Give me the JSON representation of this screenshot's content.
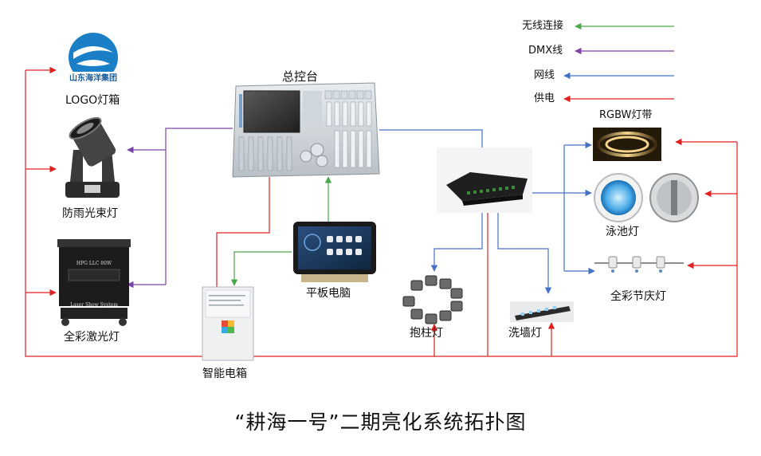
{
  "title": "“耕海一号”二期亮化系统拓扑图",
  "legend": [
    {
      "label": "无线连接",
      "color": "#4aa84a"
    },
    {
      "label": "DMX线",
      "color": "#7a44a8"
    },
    {
      "label": "网线",
      "color": "#4472c4"
    },
    {
      "label": "供电",
      "color": "#e02020"
    }
  ],
  "logo": {
    "text": "山东海洋集团"
  },
  "nodes": {
    "console": "总控台",
    "logo_box": "LOGO灯箱",
    "beam_light": "防雨光束灯",
    "laser_light": "全彩激光灯",
    "smart_box": "智能电箱",
    "tablet": "平板电脑",
    "pillar_light": "抱柱灯",
    "wall_washer": "洗墙灯",
    "rgbw_strip": "RGBW灯带",
    "pool_light": "泳池灯",
    "festival_light": "全彩节庆灯"
  },
  "device_text": {
    "laser_brand": "Laser Show System",
    "laser_model": "HPG LLC 80W"
  },
  "colors": {
    "wireless": "#4aa84a",
    "dmx": "#7a44a8",
    "network": "#4472c4",
    "power": "#e02020"
  }
}
